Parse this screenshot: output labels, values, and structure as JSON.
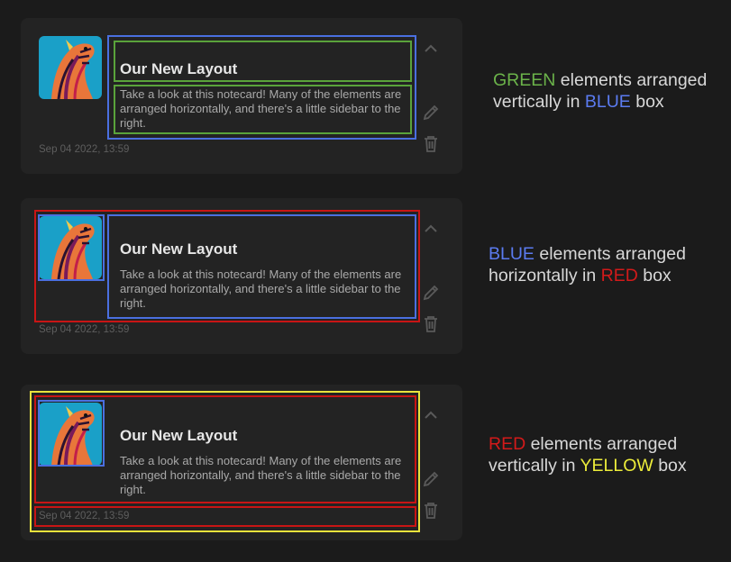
{
  "note": {
    "title": "Our New Layout",
    "body": "Take a look at this notecard! Many of the elements are arranged horizontally, and there's a little sidebar to the right.",
    "date": "Sep 04 2022, 13:59"
  },
  "captions": [
    {
      "w1": "GREEN",
      "t1": " elements arranged vertically in ",
      "w2": "BLUE",
      "t2": " box"
    },
    {
      "w1": "BLUE",
      "t1": " elements arranged horizontally in ",
      "w2": "RED",
      "t2": " box"
    },
    {
      "w1": "RED",
      "t1": " elements arranged vertically in ",
      "w2": "YELLOW",
      "t2": " box"
    }
  ],
  "colors": {
    "green": "#5aa33b",
    "blue": "#4a6fe0",
    "red": "#c81515",
    "yellow": "#e9e33c"
  },
  "icons": [
    "zebra-thumbnail",
    "chevron-up-icon",
    "pencil-icon",
    "trash-icon"
  ]
}
